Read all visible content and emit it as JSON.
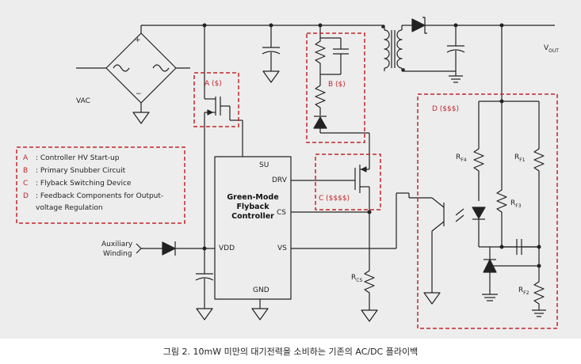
{
  "caption": "그림 2. 10mW 미만의 대기전력을 소비하는 기존의 AC/DC 플라이백",
  "regions": {
    "a": "A ($)",
    "b": "B ($)",
    "c": "C ($$$$)",
    "d": "D ($$$)"
  },
  "legend": [
    {
      "key": "A",
      "text": ": Controller HV Start-up"
    },
    {
      "key": "B",
      "text": ": Primary Snubber Circuit"
    },
    {
      "key": "C",
      "text": ": Flyback Switching Device"
    },
    {
      "key": "D",
      "text": ": Feedback Components for Output-"
    },
    {
      "key": "",
      "text": "voltage Regulation"
    }
  ],
  "controller": {
    "name_line1": "Green-Mode",
    "name_line2": "Flyback",
    "name_line3": "Controller",
    "pin_su": "SU",
    "pin_drv": "DRV",
    "pin_cs": "CS",
    "pin_vdd": "VDD",
    "pin_vs": "VS",
    "pin_gnd": "GND"
  },
  "labels": {
    "vac": "VAC",
    "vout": "V",
    "vout_sub": "OUT",
    "aux1": "Auxiliary",
    "aux2": "Winding",
    "plus": "+",
    "minus": "−",
    "rcs": "R",
    "rcs_sub": "CS",
    "rf1": "R",
    "rf1_sub": "F1",
    "rf2": "R",
    "rf2_sub": "F2",
    "rf3": "R",
    "rf3_sub": "F3",
    "rf4": "R",
    "rf4_sub": "F4"
  },
  "colors": {
    "panel": "#ededed",
    "line": "#222222",
    "accent_red": "#c0262d"
  }
}
